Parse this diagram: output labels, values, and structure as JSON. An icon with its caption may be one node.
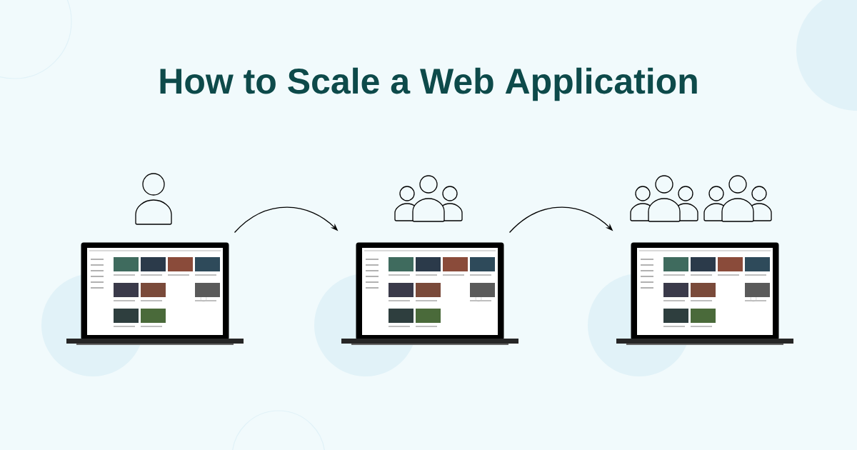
{
  "diagram": {
    "title": "How to Scale a Web Application",
    "nodes": [
      {
        "text": [],
        "shape": "picture"
      },
      {
        "text": [],
        "shape": "picture"
      },
      {
        "text": [],
        "shape": "picture"
      }
    ],
    "edges": [
      {
        "from": 0,
        "to": 1,
        "arrow": "to"
      },
      {
        "from": 1,
        "to": 2,
        "arrow": "to"
      }
    ]
  }
}
